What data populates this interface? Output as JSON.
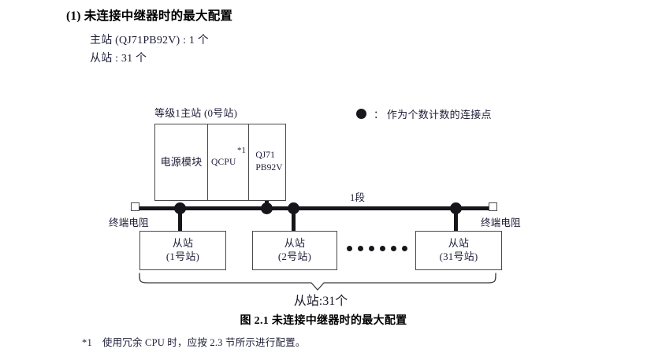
{
  "heading": {
    "number": "(1)",
    "title": "未连接中继器时的最大配置",
    "line1": "主站 (QJ71PB92V) : 1 个",
    "line2": "从站 : 31 个"
  },
  "legend": {
    "marker": "filled-circle",
    "text": "： 作为个数计数的连接点"
  },
  "diagram": {
    "master_label": "等级1主站 (0号站)",
    "rack": {
      "power_module": "电源模块",
      "cpu": "QCPU",
      "cpu_footnote_mark": "*1",
      "network_line1": "QJ71",
      "network_line2": "PB92V"
    },
    "segment_label": "1段",
    "terminator_left": "终端电阻",
    "terminator_right": "终端电阻",
    "slaves": [
      {
        "name": "从站",
        "station": "(1号站)"
      },
      {
        "name": "从站",
        "station": "(2号站)"
      },
      {
        "name": "从站",
        "station": "(31号站)"
      }
    ],
    "ellipsis_dots": 6,
    "brace_label": "从站:31个",
    "colors": {
      "line": "#15151a",
      "box_border": "#4a4a4a",
      "text": "#20203a"
    }
  },
  "figure": {
    "caption": "图 2.1  未连接中继器时的最大配置"
  },
  "footnote": {
    "mark": "*1",
    "text": "使用冗余 CPU 时，应按 2.3 节所示进行配置。"
  }
}
